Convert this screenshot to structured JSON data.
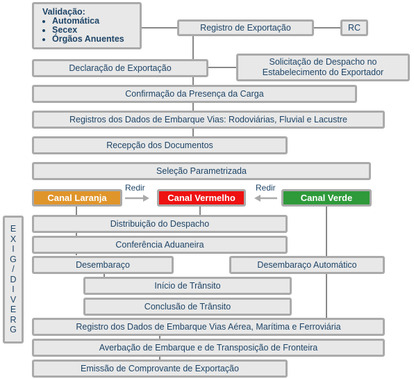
{
  "validation": {
    "title": "Validação:",
    "items": [
      "Automática",
      "Secex",
      "Órgãos Anuentes"
    ]
  },
  "nodes": {
    "registro_exportacao": "Registro de Exportação",
    "rc": "RC",
    "declaracao_exportacao": "Declaração de Exportação",
    "solicitacao_despacho": [
      "Solicitação de Despacho no",
      "Estabelecimento do Exportador"
    ],
    "confirmacao_carga": "Confirmação da Presença da Carga",
    "registros_embarque_vias": "Registros dos Dados de Embarque Vias: Rodoviárias, Fluvial e Lacustre",
    "recepcao_documentos": "Recepção dos Documentos",
    "selecao_parametrizada": "Seleção Parametrizada",
    "canal_laranja": "Canal Laranja",
    "canal_vermelho": "Canal Vermelho",
    "canal_verde": "Canal Verde",
    "redir_left": "Redir",
    "redir_right": "Redir",
    "distribuicao_despacho": "Distribuição do Despacho",
    "conferencia_aduaneira": "Conferência Aduaneira",
    "desembaraco": "Desembaraço",
    "desembaraco_automatico": "Desembaraço Automático",
    "inicio_transito": "Início de Trânsito",
    "conclusao_transito": "Conclusão de Trânsito",
    "registro_embarque_aerea": "Registro dos Dados de Embarque Vias Aérea, Marítima e Ferroviária",
    "averbacao_embarque": "Averbação de Embarque e de Transposição de Fronteira",
    "emissao_comprovante": "Emissão de Comprovante de Exportação"
  },
  "side_label": [
    "E",
    "X",
    "I",
    "G",
    "/",
    "D",
    "I",
    "V",
    "E",
    "R",
    "G"
  ],
  "colors": {
    "box_fill": "#e8e8e8",
    "box_border": "#aaaaaa",
    "text": "#1e4466",
    "orange": "#e0952b",
    "red": "#ee1111",
    "green": "#2e9a3a",
    "connector": "#888888"
  }
}
